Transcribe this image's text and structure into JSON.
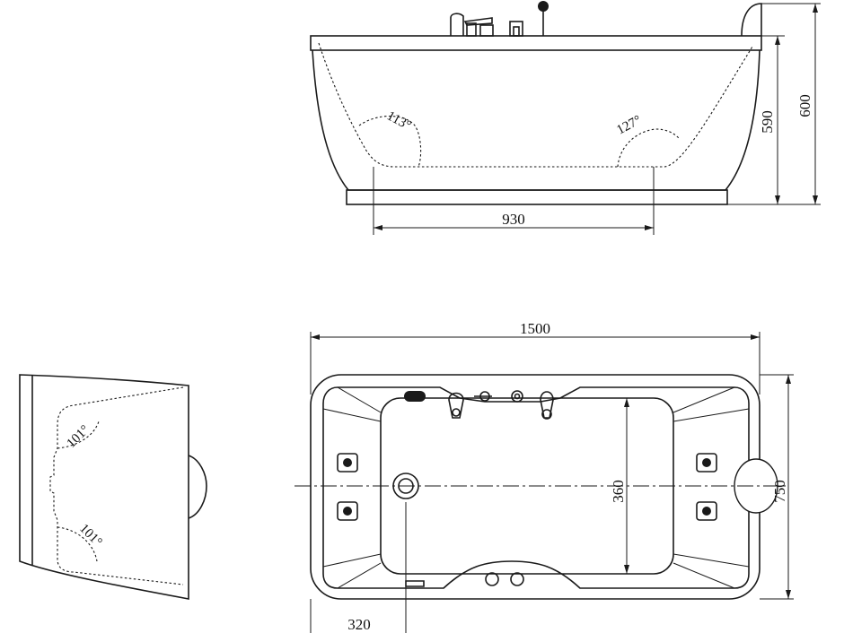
{
  "dimensions": {
    "front_bottom_width": "930",
    "front_inner_height": "590",
    "front_total_height": "600",
    "top_length": "1500",
    "top_inner_width": "360",
    "top_total_width": "750",
    "top_offset": "320"
  },
  "angles": {
    "front_left": "113°",
    "front_right": "127°",
    "side_top": "101°",
    "side_bottom": "101°"
  },
  "colors": {
    "line": "#1a1a1a",
    "background": "#ffffff"
  }
}
